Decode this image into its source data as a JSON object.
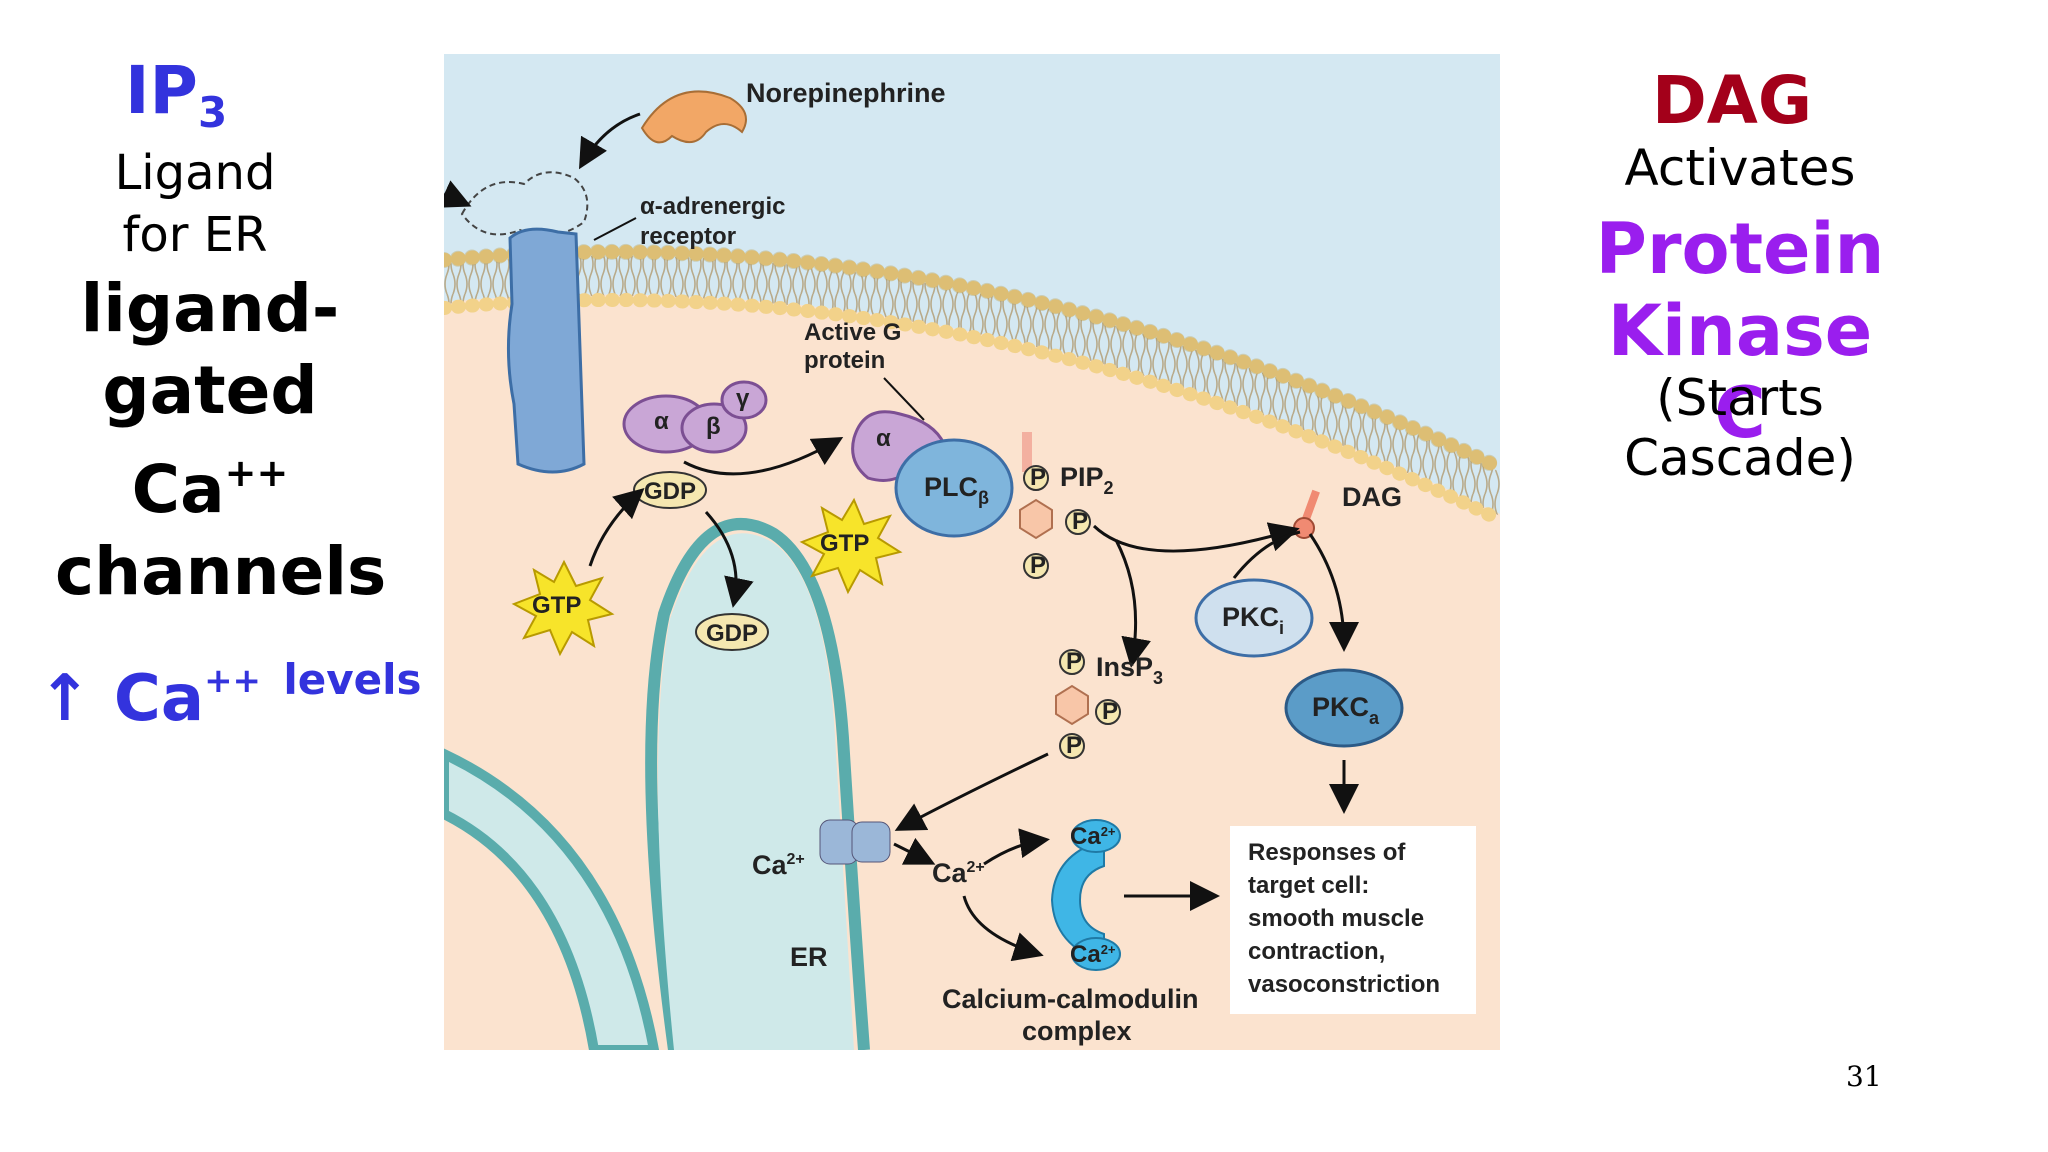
{
  "left": {
    "ip3_main": "IP",
    "ip3_sub": "3",
    "desc_line1": "Ligand",
    "desc_line2": "for ER",
    "big_line1": "ligand-",
    "big_line2": "gated",
    "big_line3_main": "Ca",
    "big_line3_sup": "++",
    "big_line4": "channels",
    "levels_arrow": "↑",
    "levels_ca": "Ca",
    "levels_sup": "++",
    "levels_word": "levels"
  },
  "right": {
    "title": "DAG",
    "line1": "Activates",
    "line2": "Protein",
    "line3": "Kinase C",
    "line4": "(Starts",
    "line5": "Cascade)"
  },
  "page_number": "31",
  "diagram": {
    "norepinephrine": "Norepinephrine",
    "receptor_line1": "α-adrenergic",
    "receptor_line2": "receptor",
    "active_g_line1": "Active G",
    "active_g_line2": "protein",
    "alpha": "α",
    "beta": "β",
    "gamma": "γ",
    "gdp": "GDP",
    "gtp": "GTP",
    "plc": "PLC",
    "plc_sub": "β",
    "pip2": "PIP",
    "pip2_sub": "2",
    "p": "P",
    "dag": "DAG",
    "pkci": "PKC",
    "pkci_sub": "i",
    "pkca": "PKC",
    "pkca_sub": "a",
    "insp3": "InsP",
    "insp3_sub": "3",
    "ca2": "Ca",
    "ca2_sup": "2+",
    "er": "ER",
    "calmodulin_line1": "Calcium-calmodulin",
    "calmodulin_line2": "complex",
    "responses": [
      "Responses of",
      "target cell:",
      "smooth muscle",
      "contraction,",
      "vasoconstriction"
    ]
  },
  "colors": {
    "ip3": "#3333dd",
    "dag": "#a3001a",
    "pkc": "#9a1eee",
    "extracellular": "#d4e8f2",
    "cytoplasm": "#fbe3cf",
    "membrane_head": "#f2d28a",
    "er": "#5aacac",
    "receptor": "#7fa8d6",
    "g_protein": "#c9a6d6",
    "plc": "#7fb5dc",
    "gtp": "#f7e42a",
    "norepinephrine": "#f2a766",
    "calmodulin": "#3fb6e6"
  }
}
